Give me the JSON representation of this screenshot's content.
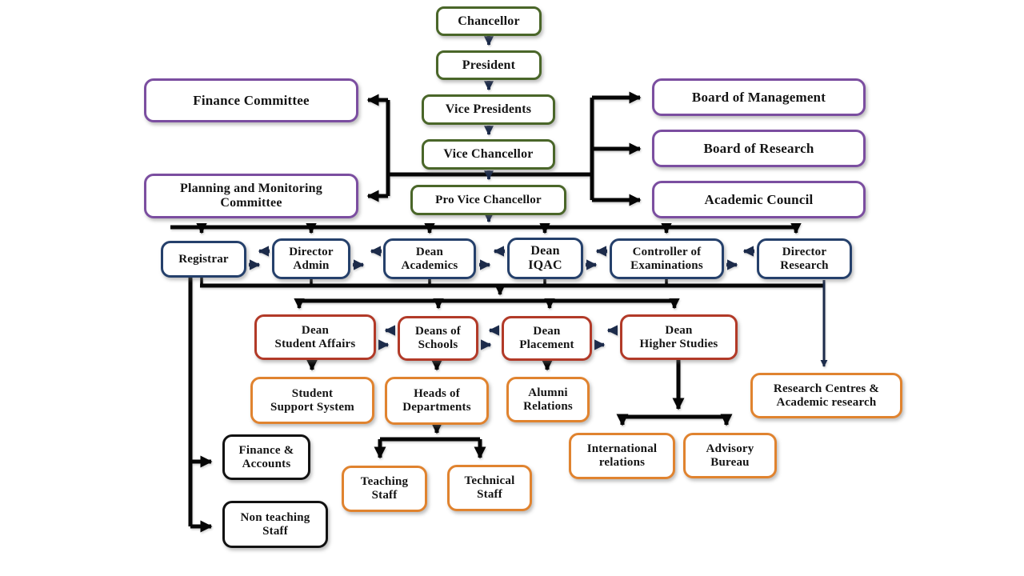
{
  "diagram_type": "organizational-chart",
  "colors": {
    "leadership_chain_border": "#4a6629",
    "committee_border": "#7b4ea0",
    "officer_row_border": "#25406b",
    "dean_row_border": "#b23a28",
    "unit_border": "#e0832f",
    "staff_border": "#121212",
    "connector_line": "#060606",
    "arrow": "#1c2b4a",
    "box_fill": "#ffffff",
    "text": "#141414"
  },
  "nodes": {
    "chancellor": "Chancellor",
    "president": "President",
    "vice_presidents": "Vice Presidents",
    "vice_chancellor": "Vice Chancellor",
    "pro_vice_chancellor": "Pro Vice Chancellor",
    "finance_committee": "Finance Committee",
    "planning_committee": "Planning and Monitoring\nCommittee",
    "board_of_management": "Board of Management",
    "board_of_research": "Board of Research",
    "academic_council": "Academic Council",
    "registrar": "Registrar",
    "director_admin": "Director\nAdmin",
    "dean_academics": "Dean\nAcademics",
    "dean_iqac": "Dean\nIQAC",
    "controller_of_examinations": "Controller of\nExaminations",
    "director_research": "Director\nResearch",
    "dean_student_affairs": "Dean\nStudent Affairs",
    "deans_of_schools": "Deans of\nSchools",
    "dean_placement": "Dean\nPlacement",
    "dean_higher_studies": "Dean\nHigher Studies",
    "student_support_system": "Student\nSupport System",
    "heads_of_departments": "Heads of\nDepartments",
    "alumni_relations": "Alumni\nRelations",
    "research_centres": "Research Centres &\nAcademic research",
    "finance_accounts": "Finance &\nAccounts",
    "non_teaching_staff": "Non teaching\nStaff",
    "teaching_staff": "Teaching\nStaff",
    "technical_staff": "Technical\nStaff",
    "international_relations": "International\nrelations",
    "advisory_bureau": "Advisory\nBureau"
  },
  "edges": [
    {
      "from": "chancellor",
      "to": "president",
      "type": "arrow"
    },
    {
      "from": "president",
      "to": "vice_presidents",
      "type": "arrow"
    },
    {
      "from": "vice_presidents",
      "to": "vice_chancellor",
      "type": "arrow"
    },
    {
      "from": "vice_chancellor",
      "to": "pro_vice_chancellor",
      "type": "arrow"
    },
    {
      "from": "vice_chancellor",
      "to": "finance_committee",
      "type": "arrow"
    },
    {
      "from": "vice_chancellor",
      "to": "planning_committee",
      "type": "arrow"
    },
    {
      "from": "vice_chancellor",
      "to": "board_of_management",
      "type": "arrow"
    },
    {
      "from": "vice_chancellor",
      "to": "board_of_research",
      "type": "arrow"
    },
    {
      "from": "vice_chancellor",
      "to": "academic_council",
      "type": "arrow"
    },
    {
      "from": "pro_vice_chancellor",
      "to": "registrar",
      "type": "arrow"
    },
    {
      "from": "pro_vice_chancellor",
      "to": "director_admin",
      "type": "arrow"
    },
    {
      "from": "pro_vice_chancellor",
      "to": "dean_academics",
      "type": "arrow"
    },
    {
      "from": "pro_vice_chancellor",
      "to": "dean_iqac",
      "type": "arrow"
    },
    {
      "from": "pro_vice_chancellor",
      "to": "controller_of_examinations",
      "type": "arrow"
    },
    {
      "from": "pro_vice_chancellor",
      "to": "director_research",
      "type": "arrow"
    },
    {
      "from": "registrar",
      "to": "director_admin",
      "type": "bidirectional"
    },
    {
      "from": "director_admin",
      "to": "dean_academics",
      "type": "bidirectional"
    },
    {
      "from": "dean_academics",
      "to": "dean_iqac",
      "type": "bidirectional"
    },
    {
      "from": "dean_iqac",
      "to": "controller_of_examinations",
      "type": "bidirectional"
    },
    {
      "from": "controller_of_examinations",
      "to": "director_research",
      "type": "bidirectional"
    },
    {
      "from": "officer_row",
      "to": "dean_student_affairs",
      "type": "arrow"
    },
    {
      "from": "officer_row",
      "to": "deans_of_schools",
      "type": "arrow"
    },
    {
      "from": "officer_row",
      "to": "dean_placement",
      "type": "arrow"
    },
    {
      "from": "officer_row",
      "to": "dean_higher_studies",
      "type": "arrow"
    },
    {
      "from": "dean_student_affairs",
      "to": "deans_of_schools",
      "type": "bidirectional"
    },
    {
      "from": "deans_of_schools",
      "to": "dean_placement",
      "type": "bidirectional"
    },
    {
      "from": "dean_placement",
      "to": "dean_higher_studies",
      "type": "bidirectional"
    },
    {
      "from": "dean_student_affairs",
      "to": "student_support_system",
      "type": "arrow"
    },
    {
      "from": "deans_of_schools",
      "to": "heads_of_departments",
      "type": "arrow"
    },
    {
      "from": "dean_placement",
      "to": "alumni_relations",
      "type": "arrow"
    },
    {
      "from": "dean_higher_studies",
      "to": "international_relations",
      "type": "arrow"
    },
    {
      "from": "dean_higher_studies",
      "to": "advisory_bureau",
      "type": "arrow"
    },
    {
      "from": "director_research",
      "to": "research_centres",
      "type": "arrow"
    },
    {
      "from": "registrar",
      "to": "finance_accounts",
      "type": "arrow"
    },
    {
      "from": "registrar",
      "to": "non_teaching_staff",
      "type": "arrow"
    },
    {
      "from": "heads_of_departments",
      "to": "teaching_staff",
      "type": "arrow"
    },
    {
      "from": "heads_of_departments",
      "to": "technical_staff",
      "type": "arrow"
    }
  ]
}
